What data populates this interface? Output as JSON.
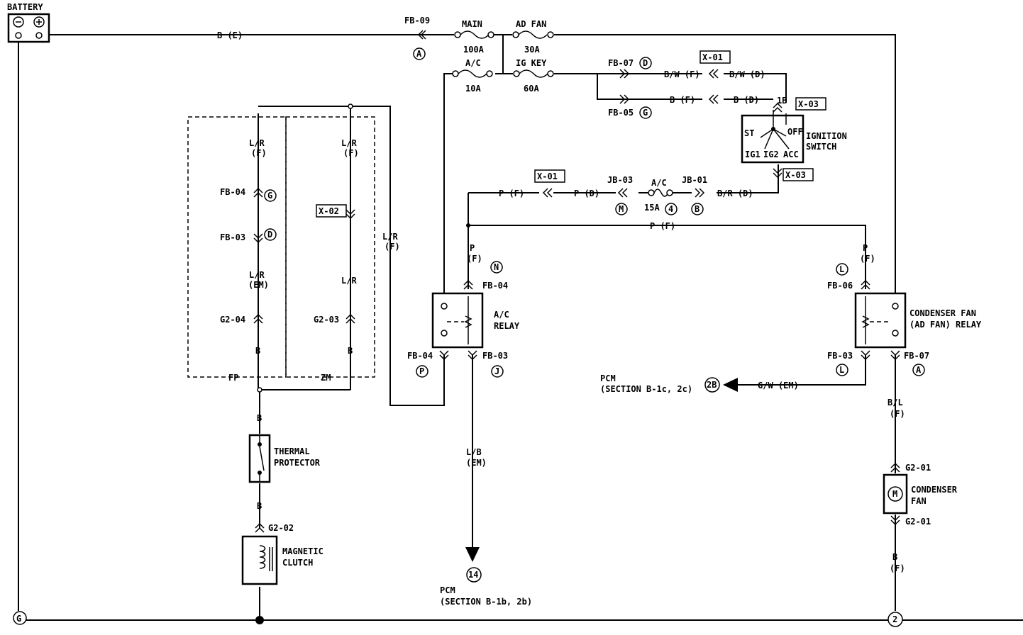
{
  "battery": {
    "label": "BATTERY",
    "neg": "⊖",
    "pos": "⊕"
  },
  "ground": {
    "symbol": "G"
  },
  "wires": {
    "b_e": "B (E)",
    "bw_f": "B/W (F)",
    "bw_d": "B/W (D)",
    "b_f": "B (F)",
    "b_d": "B (D)",
    "p_f1": "P (F)",
    "p_d": "P (D)",
    "br_d": "B/R (D)",
    "p_f2": "P (F)",
    "lr_f_a1": "L/R",
    "lr_f_a2": "(F)",
    "lr_em1": "L/R",
    "lr_em2": "(EM)",
    "lr_f_b1": "L/R",
    "lr_f_b2": "(F)",
    "lr_b": "L/R",
    "lr_f_c1": "L/R",
    "lr_f_c2": "(F)",
    "b_left": "B",
    "b_mid": "B",
    "b_clutch_top": "B",
    "b_clutch_mid": "B",
    "p_relay1": "P",
    "p_relay2": "(F)",
    "p_fan1": "P",
    "p_fan2": "(F)",
    "lb1": "L/B",
    "lb2": "(EM)",
    "gw_em": "G/W (EM)",
    "bl1": "B/L",
    "bl2": "(F)",
    "b_fan1": "B",
    "b_fan2": "(F)"
  },
  "connectors": {
    "fb09": "FB-09",
    "fb07": "FB-07",
    "fb05": "FB-05",
    "fb04_g": "FB-04",
    "fb03_d": "FB-03",
    "g204": "G2-04",
    "g203": "G2-03",
    "jb03": "JB-03",
    "jb01": "JB-01",
    "fb04_n": "FB-04",
    "fb04_p": "FB-04",
    "fb03_j": "FB-03",
    "fb06": "FB-06",
    "fb03_l": "FB-03",
    "fb07_a": "FB-07",
    "g201_top": "G2-01",
    "g201_bot": "G2-01",
    "g202": "G2-02",
    "pin1b": "1B"
  },
  "boxes": {
    "x01_top": "X-01",
    "x03_top": "X-03",
    "x01_mid": "X-01",
    "x03_mid": "X-03",
    "x02": "X-02"
  },
  "circles": {
    "a_top": "A",
    "d_fb07": "D",
    "g_fb05": "G",
    "g_fb04": "G",
    "d_fb03": "D",
    "m_jb03": "M",
    "n4": "4",
    "b_jb01": "B",
    "n_relay": "N",
    "p_relay": "P",
    "j_relay": "J",
    "l_fan_top": "L",
    "l_fan_bot": "L",
    "a_fan": "A",
    "pcm_2b": "2B",
    "pcm_14": "14",
    "ground_2": "2"
  },
  "fuses": {
    "main": "MAIN",
    "main_rating": "100A",
    "adfan": "AD FAN",
    "adfan_rating": "30A",
    "ac": "A/C",
    "ac_rating": "10A",
    "igkey": "IG KEY",
    "igkey_rating": "60A",
    "ac15": "A/C",
    "ac15_rating": "15A"
  },
  "components": {
    "ign1": "IGNITION",
    "ign2": "SWITCH",
    "sw_st": "ST",
    "sw_off": "OFF",
    "sw_ig1": "IG1",
    "sw_ig2": "IG2",
    "sw_acc": "ACC",
    "acrelay1": "A/C",
    "acrelay2": "RELAY",
    "cfrelay1": "CONDENSER FAN",
    "cfrelay2": "(AD FAN) RELAY",
    "thermal1": "THERMAL",
    "thermal2": "PROTECTOR",
    "clutch1": "MAGNETIC",
    "clutch2": "CLUTCH",
    "fan1": "CONDENSER",
    "fan2": "FAN",
    "motor": "M",
    "fp": "FP",
    "zm": "ZM"
  },
  "pcm": {
    "a_l1": "PCM",
    "a_l2": "(SECTION B-1c, 2c)",
    "b_l1": "PCM",
    "b_l2": "(SECTION B-1b, 2b)"
  }
}
